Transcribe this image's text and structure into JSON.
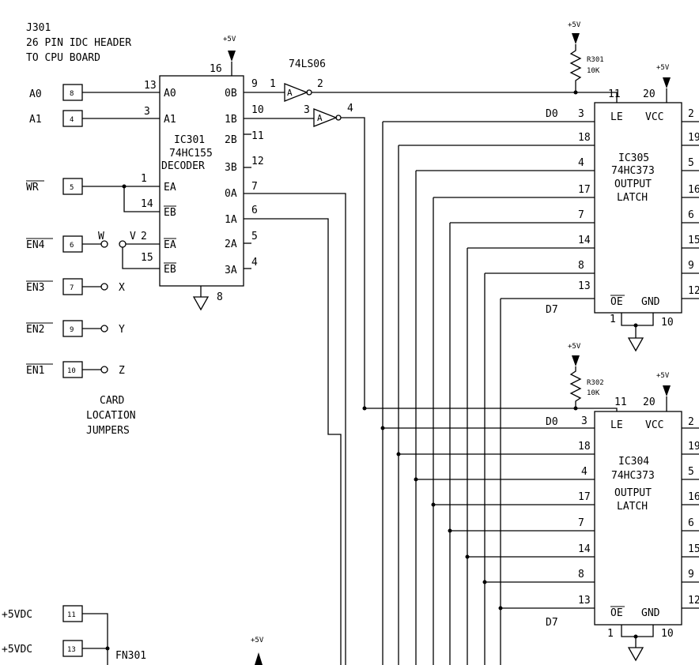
{
  "header": {
    "ref": "J301",
    "desc1": "26 PIN IDC HEADER",
    "desc2": "TO CPU BOARD"
  },
  "header_pins": [
    {
      "signal": "A0",
      "pin": "8"
    },
    {
      "signal": "A1",
      "pin": "4"
    },
    {
      "signal": "WR",
      "pin": "5"
    },
    {
      "signal": "EN4",
      "pin": "6"
    },
    {
      "signal": "EN3",
      "pin": "7"
    },
    {
      "signal": "EN2",
      "pin": "9"
    },
    {
      "signal": "EN1",
      "pin": "10"
    }
  ],
  "jumpers": {
    "w": "W",
    "v": "V",
    "x": "X",
    "y": "Y",
    "z": "Z",
    "v_pin": "2",
    "caption1": "CARD",
    "caption2": "LOCATION",
    "caption3": "JUMPERS"
  },
  "decoder": {
    "ref": "IC301",
    "part": "74HC155",
    "func": "DECODER",
    "vcc_pin": "16",
    "gnd_pin": "8",
    "vcc": "+5V",
    "left": [
      {
        "name": "A0",
        "pin": "13"
      },
      {
        "name": "A1",
        "pin": "3"
      },
      {
        "name": "EA",
        "pin": "1"
      },
      {
        "name": "EB",
        "pin": "14"
      },
      {
        "name": "EA",
        "pin": ""
      },
      {
        "name": "EB",
        "pin": "15"
      }
    ],
    "right": [
      {
        "name": "0B",
        "pin": "9"
      },
      {
        "name": "1B",
        "pin": "10"
      },
      {
        "name": "2B",
        "pin": "11"
      },
      {
        "name": "3B",
        "pin": "12"
      },
      {
        "name": "0A",
        "pin": "7"
      },
      {
        "name": "1A",
        "pin": "6"
      },
      {
        "name": "2A",
        "pin": "5"
      },
      {
        "name": "3A",
        "pin": "4"
      }
    ]
  },
  "inverter": {
    "part": "74LS06",
    "gate": "A",
    "g1_in": "1",
    "g1_out": "2",
    "g2_in": "3",
    "g2_out": "4"
  },
  "latches": [
    {
      "ref": "IC305",
      "part": "74HC373",
      "func1": "OUTPUT",
      "func2": "LATCH",
      "res_ref": "R301",
      "res_val": "10K",
      "vcc": "+5V",
      "res_vcc": "+5V",
      "le": "LE",
      "vccl": "VCC",
      "oe": "OE",
      "gnd": "GND",
      "le_pin": "11",
      "vcc_pin": "20",
      "oe_pin": "1",
      "gnd_pin": "10",
      "d0": "D0",
      "d7": "D7",
      "in_pins": [
        "3",
        "18",
        "4",
        "17",
        "7",
        "14",
        "8",
        "13"
      ],
      "out_pins": [
        "2",
        "19",
        "5",
        "16",
        "6",
        "15",
        "9",
        "12"
      ]
    },
    {
      "ref": "IC304",
      "part": "74HC373",
      "func1": "OUTPUT",
      "func2": "LATCH",
      "res_ref": "R302",
      "res_val": "10K",
      "vcc": "+5V",
      "res_vcc": "+5V",
      "le": "LE",
      "vccl": "VCC",
      "oe": "OE",
      "gnd": "GND",
      "le_pin": "11",
      "vcc_pin": "20",
      "oe_pin": "1",
      "gnd_pin": "10",
      "d0": "D0",
      "d7": "D7",
      "in_pins": [
        "3",
        "18",
        "4",
        "17",
        "7",
        "14",
        "8",
        "13"
      ],
      "out_pins": [
        "2",
        "19",
        "5",
        "16",
        "6",
        "15",
        "9",
        "12"
      ]
    }
  ],
  "power": {
    "v1": "+5VDC",
    "p1": "11",
    "v2": "+5VDC",
    "p2": "13",
    "ref": "FN301",
    "vcc": "+5V"
  }
}
